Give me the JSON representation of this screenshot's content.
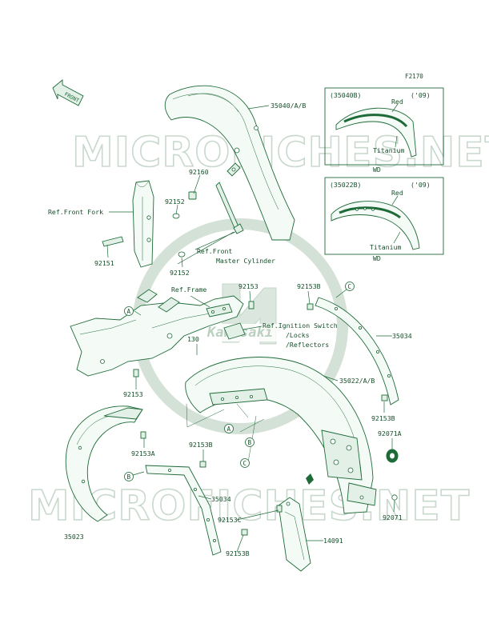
{
  "figure_code": "F2170",
  "direction_label": "FRONT",
  "watermark_text": "MICROFICHES.NET",
  "watermark_logo_text": "Kawasaki",
  "part_numbers": {
    "front_fender": "35040/A/B",
    "collar_top": "92160",
    "clamp_upper": "92152",
    "clamp_lower": "92152",
    "fork_bolt": "92151",
    "bolt_mid": "92153",
    "bolt_left": "92153",
    "bolt_right_top": "92153B",
    "bracket_right": "35034",
    "rear_fender": "35022/A/B",
    "bolt_right_mid": "92153B",
    "grommet": "92071A",
    "bolt_center": "92153B",
    "bolt_left_low": "92153A",
    "bracket_left": "35034",
    "bolt_c": "92153C",
    "bolt_bottom": "92153B",
    "inner_fender": "35023",
    "flap": "14091",
    "grommet_small": "92071",
    "misc_130": "130"
  },
  "references": {
    "front_fork": "Ref.Front Fork",
    "master_cylinder_1": "Ref.Front",
    "master_cylinder_2": "Master Cylinder",
    "frame": "Ref.Frame",
    "ignition_1": "Ref.Ignition Switch",
    "ignition_2": "/Locks",
    "ignition_3": "/Reflectors"
  },
  "callouts": {
    "a": "A",
    "b": "B",
    "c": "C"
  },
  "variant_front": {
    "part": "(35040B)",
    "year": "('09)",
    "red": "Red",
    "titanium": "Titanium",
    "code": "WD"
  },
  "variant_rear": {
    "part": "(35022B)",
    "year": "('09)",
    "red": "Red",
    "titanium": "Titanium",
    "code": "WD"
  }
}
